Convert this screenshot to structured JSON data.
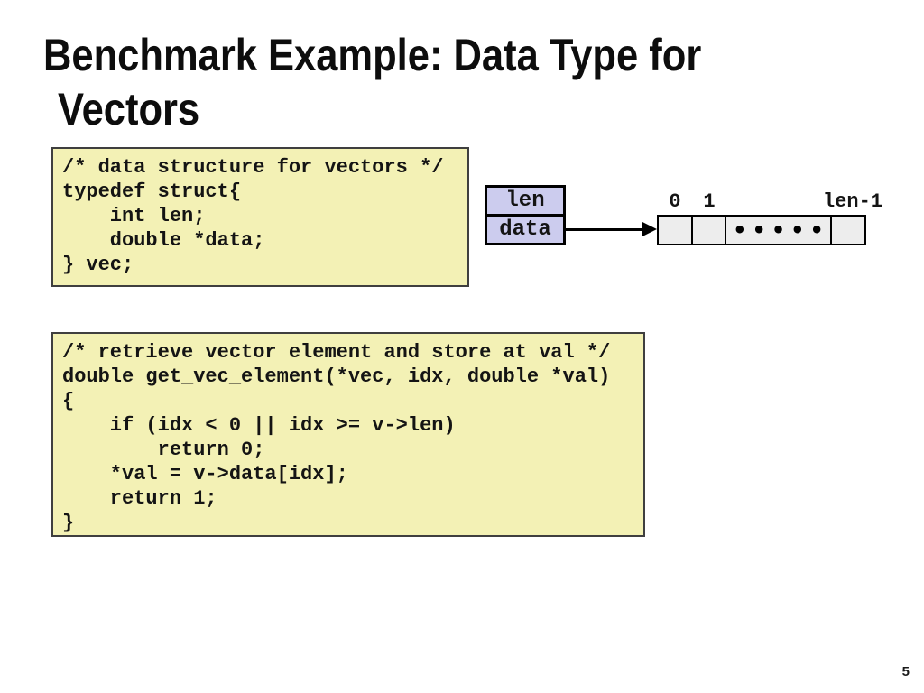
{
  "slide": {
    "title_line1": "Benchmark Example: Data Type for",
    "title_line2": "Vectors",
    "page_number": "5",
    "background_color": "#ffffff",
    "title_color": "#0d0d0d"
  },
  "code_blocks": {
    "struct_def": {
      "text": "/* data structure for vectors */\ntypedef struct{\n    int len;\n    double *data;\n} vec;",
      "background_color": "#f3f1b5",
      "border_color": "#3f3f3f"
    },
    "get_vec_element": {
      "text": "/* retrieve vector element and store at val */\ndouble get_vec_element(*vec, idx, double *val)\n{\n    if (idx < 0 || idx >= v->len)\n        return 0;\n    *val = v->data[idx];\n    return 1;\n}",
      "background_color": "#f3f1b5",
      "border_color": "#3f3f3f"
    }
  },
  "diagram": {
    "struct_fields": [
      "len",
      "data"
    ],
    "struct_box_color": "#ccccee",
    "arrow_color": "#000000",
    "array": {
      "index_labels": [
        "0",
        "1",
        "len-1"
      ],
      "ellipsis": "•••••",
      "cell_color": "#ededed",
      "border_color": "#000000"
    }
  }
}
